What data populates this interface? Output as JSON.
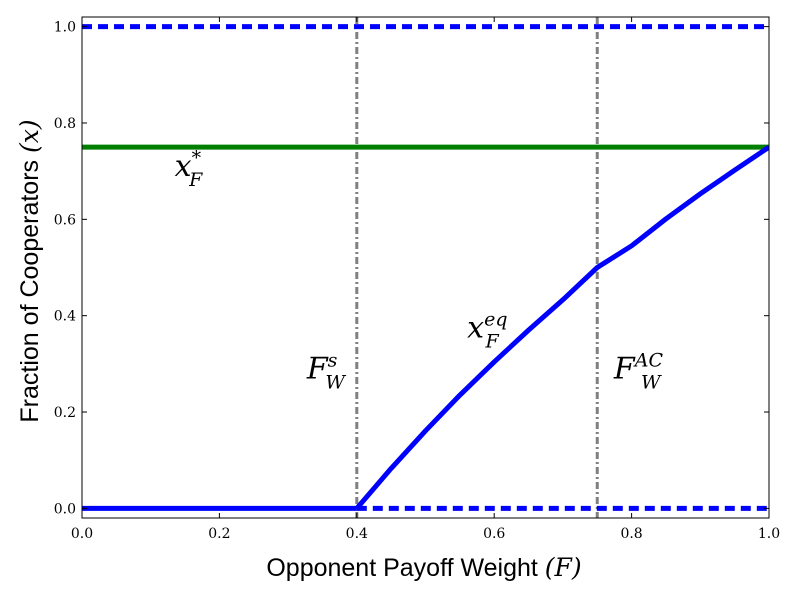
{
  "chart_data": {
    "type": "line",
    "title": "",
    "xlabel": "Opponent Payoff Weight",
    "xlabel_symbol": "(F)",
    "ylabel": "Fraction of Cooperators",
    "ylabel_symbol": "(x)",
    "xlim": [
      0.0,
      1.0
    ],
    "ylim": [
      -0.02,
      1.02
    ],
    "xticks": [
      0.0,
      0.2,
      0.4,
      0.6,
      0.8,
      1.0
    ],
    "xtick_labels": [
      "0.0",
      "0.2",
      "0.4",
      "0.6",
      "0.8",
      "1.0"
    ],
    "yticks": [
      0.0,
      0.2,
      0.4,
      0.6,
      0.8,
      1.0
    ],
    "ytick_labels": [
      "0.0",
      "0.2",
      "0.4",
      "0.6",
      "0.8",
      "1.0"
    ],
    "grid": false,
    "legend": "none",
    "colors": {
      "blue": "#0000ff",
      "green": "#007f00",
      "gray": "#808080"
    },
    "series": [
      {
        "style": "dashed",
        "color": "#0000ff",
        "x": [
          0.0,
          1.0
        ],
        "y": [
          1.0,
          1.0
        ]
      },
      {
        "style": "dashed",
        "color": "#0000ff",
        "x": [
          0.4,
          1.0
        ],
        "y": [
          0.0,
          0.0
        ]
      },
      {
        "style": "solid",
        "color": "#0000ff",
        "x": [
          0.0,
          0.4
        ],
        "y": [
          0.0,
          0.0
        ]
      },
      {
        "style": "solid",
        "color": "#007f00",
        "x": [
          0.0,
          1.0
        ],
        "y": [
          0.75,
          0.75
        ]
      },
      {
        "style": "solid",
        "color": "#0000ff",
        "x": [
          0.4,
          0.45,
          0.5,
          0.55,
          0.6,
          0.65,
          0.7,
          0.75,
          0.8,
          0.85,
          0.9,
          0.95,
          1.0
        ],
        "y": [
          0.0,
          0.083,
          0.161,
          0.235,
          0.304,
          0.37,
          0.433,
          0.5,
          0.545,
          0.601,
          0.653,
          0.702,
          0.75
        ]
      }
    ],
    "vlines": [
      {
        "x": 0.4,
        "style": "dashdot",
        "color": "#808080"
      },
      {
        "x": 0.75,
        "style": "dashdot",
        "color": "#808080"
      }
    ],
    "annotations": [
      {
        "base": "x",
        "sup": "*",
        "sub": "F",
        "x": 0.155,
        "y": 0.69
      },
      {
        "base": "F",
        "sup": "s",
        "sub": "W",
        "x": 0.355,
        "y": 0.27
      },
      {
        "base": "x",
        "sup": "eq",
        "sub": "F",
        "x": 0.59,
        "y": 0.355
      },
      {
        "base": "F",
        "sup": "AC",
        "sub": "W",
        "x": 0.81,
        "y": 0.27
      }
    ]
  }
}
